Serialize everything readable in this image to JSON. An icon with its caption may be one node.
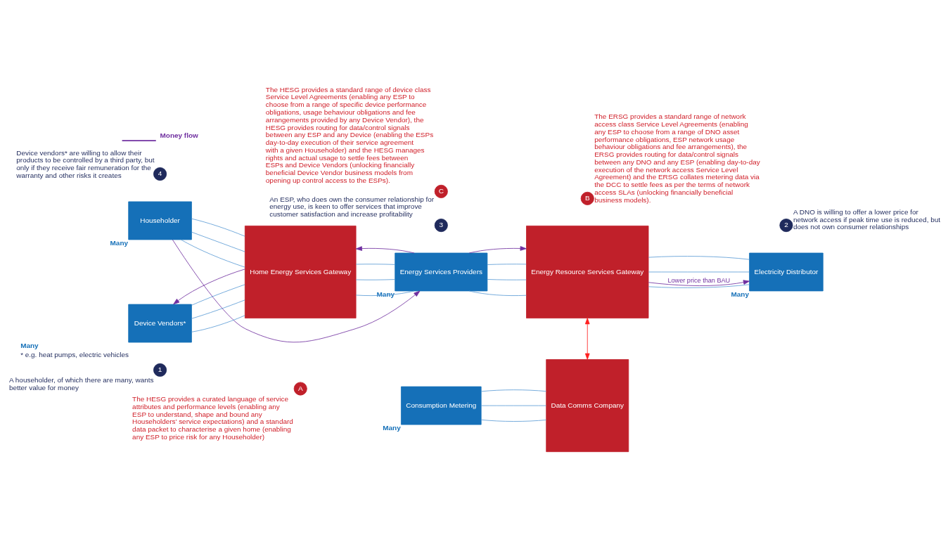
{
  "diagram": {
    "nodes": [
      {
        "text": [
          "1"
        ],
        "beside": [
          "A householder, of which there are many, wants better value for money"
        ]
      },
      {
        "text": [
          "A"
        ],
        "beside": [
          "The HESG provides a curated language of service attributes and performance levels (enabling any ESP to understand, shape and bound any Householders’ service expectations) and a standard data packet to characterise a given home (enabling any ESP to price risk for any Householder)"
        ]
      },
      {
        "text": [
          "Householder"
        ],
        "beside": [
          "Many"
        ]
      },
      {
        "text": [
          "Home Energy Services Gateway"
        ]
      },
      {
        "text": [
          "3"
        ],
        "beside": [
          "An ESP, who does own the consumer relationship for energy use, is keen to offer services that improve customer satisfaction and increase profitability"
        ]
      },
      {
        "text": [
          "2"
        ],
        "beside": [
          "A DNO is willing to offer a lower price for network access if peak time use is reduced, but does not own consumer relationships"
        ]
      },
      {
        "text": [
          "Energy Services Providers"
        ],
        "beside": [
          "Many"
        ]
      },
      {
        "text": [
          "Energy Resource Services Gateway"
        ]
      },
      {
        "text": [
          "Electricity Distributor"
        ],
        "beside": [
          "Many"
        ]
      },
      {
        "text": [
          "4"
        ],
        "beside": [
          "Device vendors* are willing to allow their products to be controlled by a third party, but only if they receive fair remuneration for the warranty and other risks it creates"
        ]
      },
      {
        "text": [
          "B"
        ],
        "beside": [
          "The ERSG provides a standard range of network access class Service Level Agreements (enabling any ESP to choose from a range of DNO asset performance obligations, ESP network usage behaviour obligations and fee arrangements), the ERSG provides routing for data/control signals between any DNO and any ESP (enabling day-to-day execution of the network access Service Level Agreement) and the ERSG collates metering data via the DCC to settle fees as per the terms of network access SLAs (unlocking financially beneficial business models)."
        ]
      },
      {
        "text": [
          "Device Vendors*"
        ],
        "beside": [
          "Many",
          "* e.g. heat pumps, electric vehicles"
        ]
      },
      {
        "text": [
          "C"
        ],
        "beside": [
          "The HESG provides a standard range of device class Service Level Agreements (enabling any ESP to choose from a range of specific device performance obligations, usage behaviour obligations and fee arrangements provided by any Device Vendor), the HESG provides routing for data/control signals between any ESP and any Device (enabling the ESPs day-to-day execution of their service agreement with a given Householder) and the HESG manages rights and actual usage to settle fees between ESPs and Device Vendors (unlocking financially beneficial Device Vendor business models from opening up control access to the ESPs)."
        ]
      },
      {
        "text": [
          "Consumption Metering"
        ],
        "beside": [
          "Many"
        ]
      },
      {
        "text": [
          "Data Comms Company"
        ]
      }
    ],
    "edges": [
      {
        "from": 2,
        "to": 3,
        "arrow": "none"
      },
      {
        "from": 2,
        "to": 3,
        "arrow": "none"
      },
      {
        "from": 2,
        "to": 3,
        "arrow": "none"
      },
      {
        "from": 11,
        "to": 3,
        "arrow": "none"
      },
      {
        "from": 11,
        "to": 3,
        "arrow": "none"
      },
      {
        "from": 11,
        "to": 3,
        "arrow": "none"
      },
      {
        "from": 3,
        "to": 6,
        "arrow": "none"
      },
      {
        "from": 3,
        "to": 6,
        "arrow": "none"
      },
      {
        "from": 3,
        "to": 6,
        "arrow": "none"
      },
      {
        "from": 6,
        "to": 7,
        "arrow": "none"
      },
      {
        "from": 6,
        "to": 7,
        "arrow": "none"
      },
      {
        "from": 6,
        "to": 7,
        "arrow": "none"
      },
      {
        "from": 7,
        "to": 8,
        "arrow": "none"
      },
      {
        "from": 7,
        "to": 8,
        "arrow": "none"
      },
      {
        "from": 7,
        "to": 8,
        "arrow": "none"
      },
      {
        "from": 13,
        "to": 14,
        "arrow": "none"
      },
      {
        "from": 13,
        "to": 14,
        "arrow": "none"
      },
      {
        "from": 13,
        "to": 14,
        "arrow": "none"
      },
      {
        "from": 2,
        "to": 6,
        "arrow": "to",
        "color": "#7030a0"
      },
      {
        "from": 6,
        "to": 7,
        "arrow": "to",
        "color": "#7030a0"
      },
      {
        "from": 7,
        "to": 8,
        "arrow": "to",
        "color": "#7030a0",
        "label": "Lower price than BAU"
      },
      {
        "from": 6,
        "to": 3,
        "arrow": "to",
        "color": "#7030a0"
      },
      {
        "from": 3,
        "to": 11,
        "arrow": "to",
        "color": "#7030a0"
      },
      {
        "from": 7,
        "to": 14,
        "arrow": "both",
        "color": "#ff2020"
      }
    ],
    "legend": [
      {
        "text": "Money flow"
      }
    ]
  }
}
